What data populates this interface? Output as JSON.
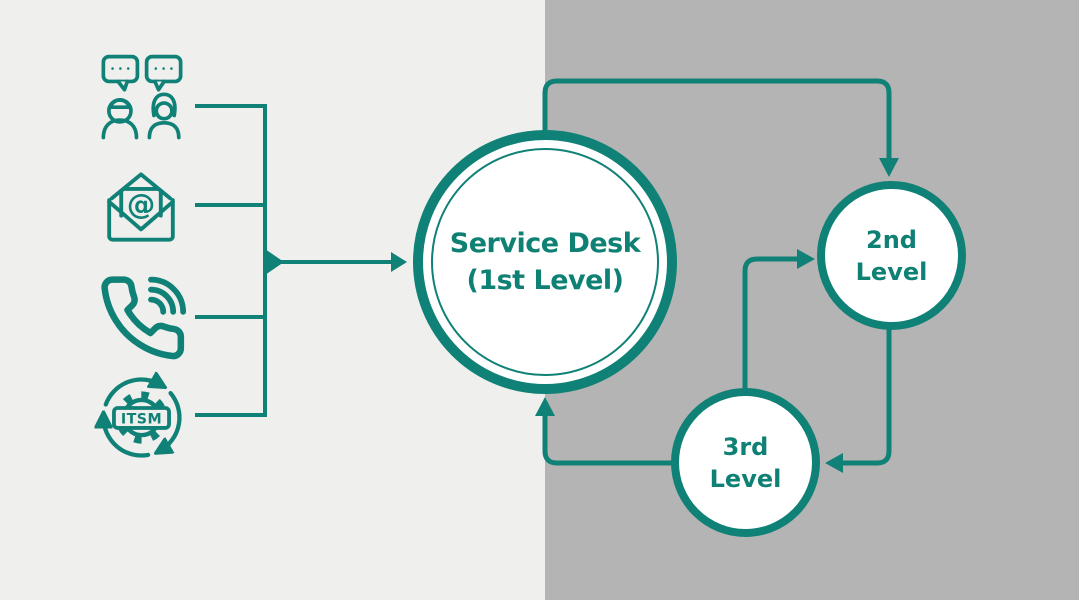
{
  "diagram": {
    "nodes": {
      "service_desk": {
        "line1": "Service Desk",
        "line2": "(1st Level)"
      },
      "level2": {
        "line1": "2nd",
        "line2": "Level"
      },
      "level3": {
        "line1": "3rd",
        "line2": "Level"
      }
    },
    "itsm_badge": "ITSM",
    "icons": [
      {
        "name": "chat-people-icon"
      },
      {
        "name": "email-at-icon"
      },
      {
        "name": "phone-call-icon"
      },
      {
        "name": "itsm-gear-refresh-icon"
      }
    ]
  },
  "colors": {
    "accent_teal": "#108176",
    "text_teal": "#0F8074",
    "bg_left": "#EFEFEE",
    "bg_right": "#B5B4B4",
    "node_fill": "#FFFFFF"
  }
}
